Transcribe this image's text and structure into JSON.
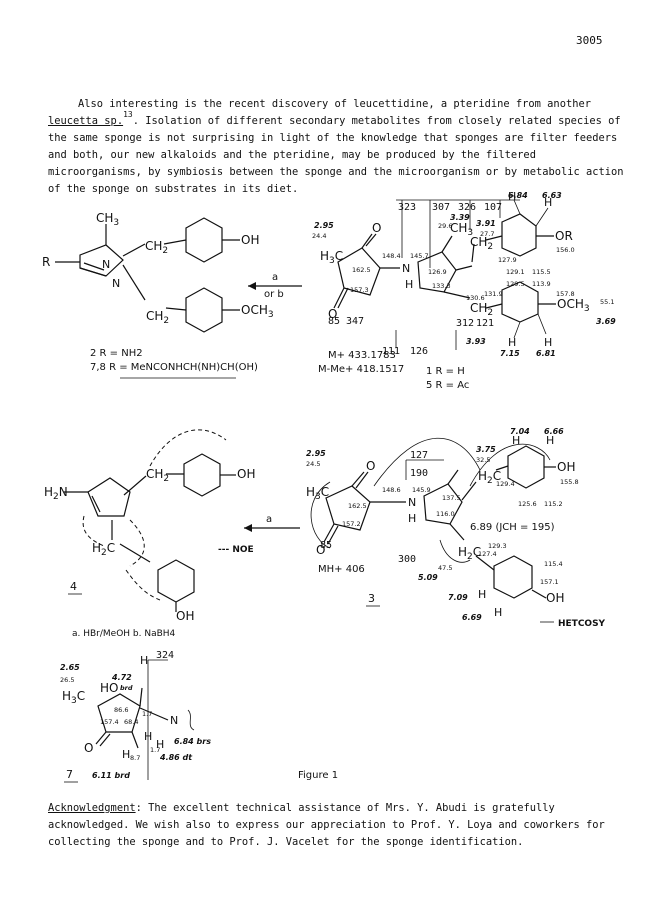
{
  "page_number": "3005",
  "intro": {
    "before_link": "Also interesting is the recent discovery of leucettidine, a pteridine from another ",
    "link_text": "leucetta sp.",
    "ref": "13",
    "after_link": ". Isolation of different secondary metabolites from closely related species of the same sponge is not surprising in light of the knowledge that sponges are filter feeders and both, our new alkaloids and the pteridine, may be produced by the filtered microorganisms, by symbiosis between the sponge and the microorganism or by metabolic action of the sponge on substrates in its diet."
  },
  "figure": {
    "caption": "Figure 1",
    "scheme1": {
      "left_label": "2 R = NH2",
      "left_label_b": "7,8 R = MeNCONHCH(NH)CH(OH)",
      "arrow_a": "a",
      "arrow_b": "or b",
      "mass_1": "M+ 433.1783",
      "mass_2": "M-Me+ 418.1517",
      "compound_1": "1  R = H",
      "compound_5": "5  R = Ac",
      "fragments_top": [
        "323",
        "307",
        "326",
        "107"
      ],
      "fragments_bottom": [
        "85",
        "347",
        "111",
        "126",
        "312",
        "121"
      ],
      "shifts_bold": [
        "6.84",
        "6.63",
        "2.95",
        "3.39",
        "3.91",
        "3.93",
        "7.15",
        "6.81",
        "3.69"
      ],
      "shifts_13c": [
        "24.4",
        "162.5",
        "148.4",
        "157.3",
        "145.7",
        "126.9",
        "133.3",
        "29.6",
        "27.7",
        "127.9",
        "129.1",
        "115.5",
        "156.0",
        "129.5",
        "113.9",
        "130.6",
        "131.9",
        "157.8",
        "55.1"
      ]
    },
    "scheme2": {
      "left_number": "4",
      "noe_legend": "--- NOE",
      "reagents": "a. HBr/MeOH    b. NaBH4",
      "arrow_a": "a",
      "mass": "MH+ 406",
      "right_number": "3",
      "hetcosy_legend": "HETCOSY",
      "fragments": [
        "127",
        "190",
        "85",
        "300"
      ],
      "jch": "6.89 (JCH = 195)",
      "shifts_bold": [
        "7.04",
        "6.66",
        "3.75",
        "2.95",
        "5.09",
        "7.09",
        "6.69"
      ],
      "shifts_13c": [
        "32.5",
        "24.5",
        "129.4",
        "125.6",
        "115.2",
        "155.8",
        "162.5",
        "148.6",
        "145.9",
        "137.5",
        "116.0",
        "157.2",
        "127.4",
        "129.3",
        "115.4",
        "157.1",
        "47.5"
      ]
    },
    "compound7": {
      "number": "7",
      "fragment": "324",
      "shifts_bold": [
        "2.65",
        "4.72",
        "6.84 brs",
        "4.86 dt",
        "6.11 brd"
      ],
      "labels": [
        "26.5",
        "brd",
        "86.6",
        "68.4",
        "157.4",
        "8.7",
        "1.7",
        "1.7"
      ]
    }
  },
  "acknowledgment": {
    "label": "Acknowledgment",
    "text": ": The excellent technical assistance of Mrs. Y. Abudi is gratefully acknowledged. We wish also to express our appreciation to Prof. Y. Loya and coworkers for collecting the sponge and to Prof. J. Vacelet for the sponge identification."
  }
}
